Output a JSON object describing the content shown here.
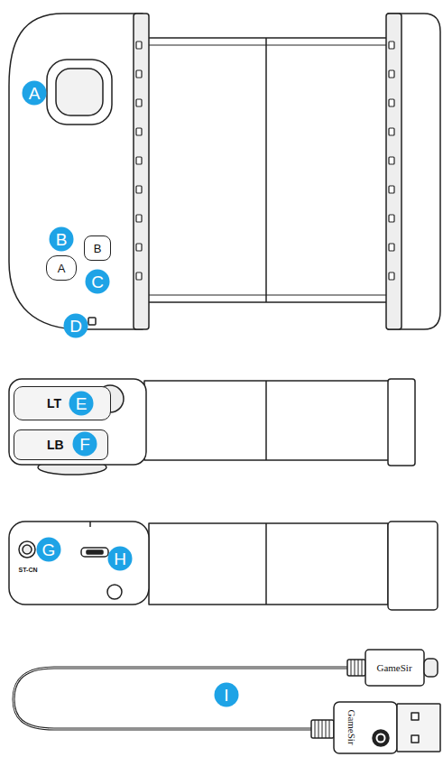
{
  "diagram": {
    "nodes": [
      {
        "text": [
          "B"
        ]
      },
      {
        "text": [
          "A"
        ]
      },
      {
        "text": [
          "LT"
        ]
      },
      {
        "text": [
          "LB"
        ]
      }
    ],
    "labels": [
      "A",
      "B",
      "C",
      "D",
      "E",
      "F",
      "ST-CN",
      "G",
      "H",
      "GameSir",
      "I",
      "GameSir"
    ]
  }
}
